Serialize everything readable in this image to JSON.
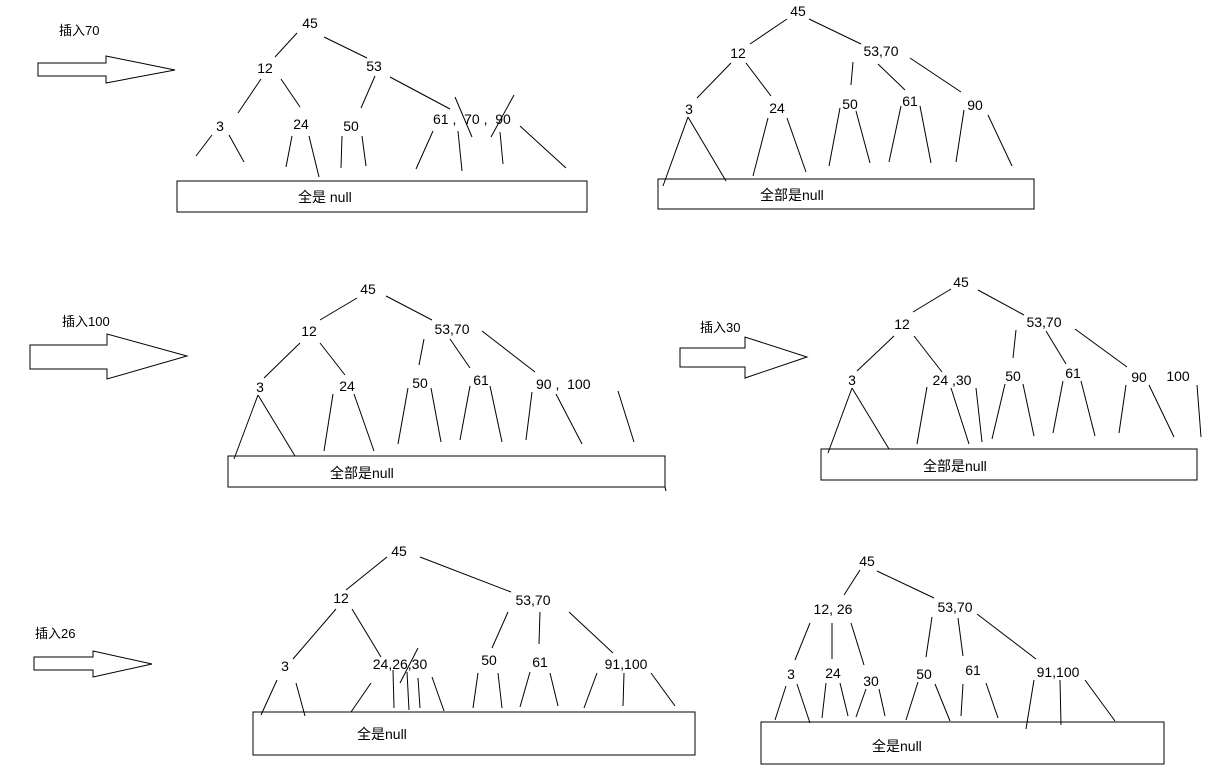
{
  "colors": {
    "stroke": "#000000",
    "background": "#ffffff"
  },
  "steps": [
    {
      "label": "插入70"
    },
    {
      "label": "插入100"
    },
    {
      "label": "插入30"
    },
    {
      "label": "插入26"
    }
  ],
  "trees": [
    {
      "nodes": [
        "45",
        "12",
        "53",
        "3",
        "24",
        "50",
        "61 ,  70 ,  90"
      ],
      "null_label": "全是 null"
    },
    {
      "nodes": [
        "45",
        "12",
        "53,70",
        "3",
        "24",
        "50",
        "61",
        "90"
      ],
      "null_label": "全部是null"
    },
    {
      "nodes": [
        "45",
        "12",
        "53,70",
        "3",
        "24",
        "50",
        "61",
        "90 ,  100"
      ],
      "null_label": "全部是null"
    },
    {
      "nodes": [
        "45",
        "12",
        "53,70",
        "3",
        "24 ,30",
        "50",
        "61",
        "90",
        "100"
      ],
      "null_label": "全部是null"
    },
    {
      "nodes": [
        "45",
        "12",
        "53,70",
        "3",
        "24,26,30",
        "50",
        "61",
        "91,100"
      ],
      "null_label": "全是null"
    },
    {
      "nodes": [
        "45",
        "12, 26",
        "53,70",
        "3",
        "24",
        "30",
        "50",
        "61",
        "91,100"
      ],
      "null_label": "全是null"
    }
  ]
}
